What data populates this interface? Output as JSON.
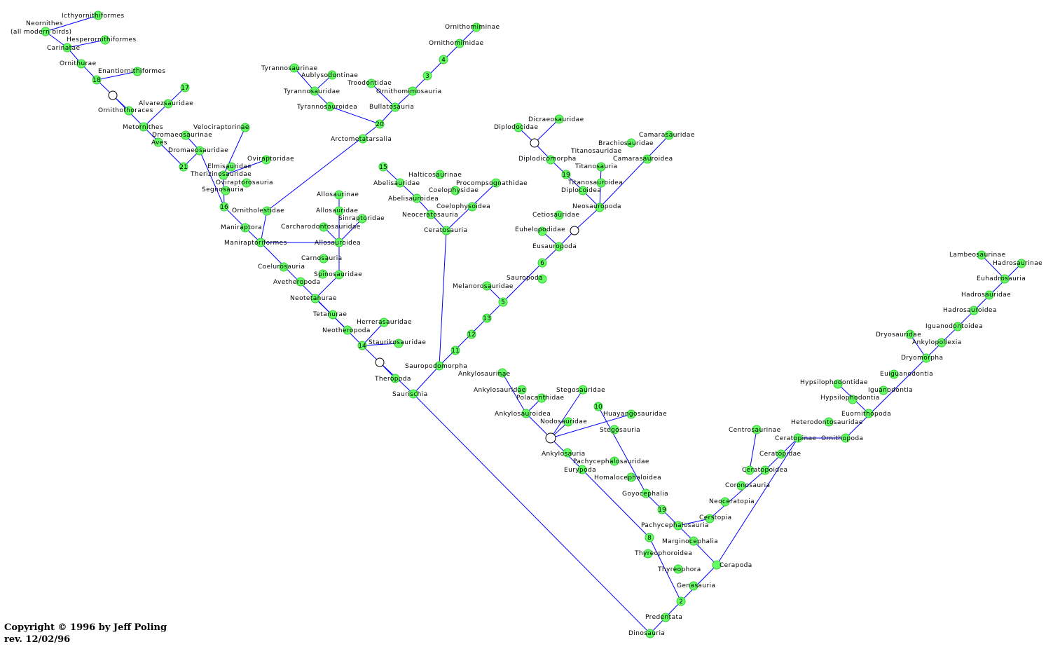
{
  "credit": {
    "copyright": "Copyright © 1996 by Jeff Poling",
    "revision": "rev. 12/02/96"
  },
  "colors": {
    "edge": "#0000ff",
    "node": "#66ff66",
    "node_stroke": "#33cc33"
  },
  "taxa": [
    "Icthyornithiformes",
    "Neornithes",
    "(all modern birds)",
    "Carinatae",
    "Hesperornithiformes",
    "Ornithurae",
    "Enantiornithiformes",
    "Ornithothoraces",
    "Alvarezsauridae",
    "Metornithes",
    "Dromaeosaurinae",
    "Velociraptorinae",
    "Aves",
    "Dromaeosauridae",
    "Oviraptoridae",
    "Elmisauridae",
    "Therizinosauridae",
    "Oviraptorosauria",
    "Segnosauria",
    "Ornitholestidae",
    "Maniraptora",
    "Maniraptoriformes",
    "Coelurosauria",
    "Avetheropoda",
    "Neotetanurae",
    "Tetanurae",
    "Neotheropoda",
    "Herrerasauridae",
    "Staurikosauridae",
    "Theropoda",
    "Saurischia",
    "Tyrannosaurinae",
    "Aublysodontinae",
    "Tyrannosauridae",
    "Tyrannosauroidea",
    "Troodontidae",
    "Ornithomiminae",
    "Ornithomimidae",
    "Ornithomimosauria",
    "Bullatosauria",
    "Arctometatarsalia",
    "Allosaurinae",
    "Allosauridae",
    "Sinraptoridae",
    "Carcharodontosauridae",
    "Allosauroidea",
    "Carnosauria",
    "Spinosauridae",
    "Abelisauridae",
    "Halticosaurinae",
    "Procompsognathidae",
    "Coelophysidae",
    "Abelisauroidea",
    "Coelophysoidea",
    "Neoceratosauria",
    "Ceratosauria",
    "Sauropodomorpha",
    "Dicraeosauridae",
    "Diplodocidae",
    "Camarasauridae",
    "Brachiosauridae",
    "Titanosauridae",
    "Diplodicomorpha",
    "Camarasauroidea",
    "Titanosauria",
    "Titanosauroidea",
    "Diplocoidea",
    "Neosauropoda",
    "Cetiosauridae",
    "Euhelopodidae",
    "Eusauropoda",
    "Sauropoda",
    "Melanorosauridae",
    "Ankylosaurinae",
    "Ankylosauridae",
    "Polacanthidae",
    "Ankylosauroidea",
    "Nodosauridae",
    "Ankylosauria",
    "Stegosauridae",
    "Huayangosauridae",
    "Stegosauria",
    "Pachycephalosauridae",
    "Eurypoda",
    "Homalocephaloidea",
    "Goyocephalia",
    "Pachycephalosauria",
    "Marginocephalia",
    "Thyreophoroidea",
    "Thyreophora",
    "Cerapoda",
    "Genasauria",
    "Predentata",
    "Dinosauria",
    "Lambeosaurinae",
    "Hadrosaurinae",
    "Euhadrosauria",
    "Hadrosauridae",
    "Hadrosauroidea",
    "Iguanodontoidea",
    "Dryosauridae",
    "Ankylopollexia",
    "Dryomorpha",
    "Euiguanodontia",
    "Hypsilophodontidae",
    "Hypsilophodontia",
    "Iguanodontia",
    "Euornithopoda",
    "Heterodontosauridae",
    "Ornithopoda",
    "Centrosaurinae",
    "Ceratopinae",
    "Ceratopidae",
    "Ceratopoidea",
    "Coronosauria",
    "Neoceratopia",
    "Cerstopia",
    "Dinosauria"
  ],
  "node_numbers": [
    "18",
    "17",
    "21",
    "16",
    "20",
    "3",
    "4",
    "15",
    "14",
    "11",
    "12",
    "13",
    "5",
    "6",
    "19",
    "19",
    "10",
    "19",
    "8",
    "2"
  ]
}
